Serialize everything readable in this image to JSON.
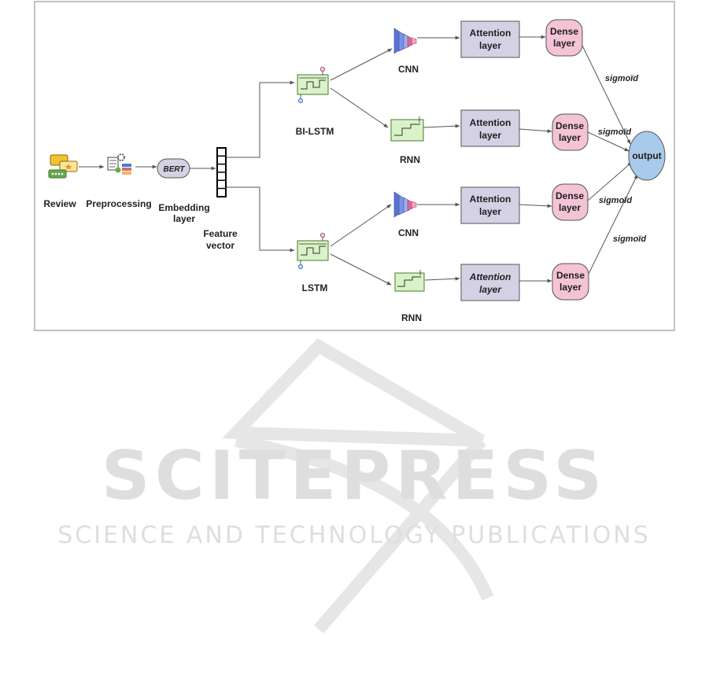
{
  "diagram": {
    "input": {
      "review": "Review",
      "preprocessing": "Preprocessing",
      "bert": "BERT",
      "embedding": [
        "Embedding",
        "layer"
      ],
      "feature": [
        "Feature",
        "vector"
      ]
    },
    "branches": {
      "bilstm": "BI-LSTM",
      "lstm": "LSTM"
    },
    "models": {
      "cnn_top": "CNN",
      "rnn_top": "RNN",
      "cnn_bottom": "CNN",
      "rnn_bottom": "RNN"
    },
    "attention": [
      [
        "Attention",
        "layer"
      ],
      [
        "Attention",
        "layer"
      ],
      [
        "Attention",
        "layer"
      ],
      [
        "Attention",
        "layer"
      ]
    ],
    "dense": [
      [
        "Dense",
        "layer"
      ],
      [
        "Dense",
        "layer"
      ],
      [
        "Dense",
        "layer"
      ],
      [
        "Dense",
        "layer"
      ]
    ],
    "activation": [
      "sigmoïd",
      "sigmoïd",
      "sigmoïd",
      "sigmoïd"
    ],
    "output": "output",
    "colors": {
      "attention_fill": "#d3d1e3",
      "dense_fill": "#f4c3d6",
      "output_fill": "#a9cbeb",
      "bert_fill": "#d3d1e3",
      "lstm_cell_fill": "#d9f2c7",
      "cnn_icon": "#6b82d9"
    }
  },
  "watermark": {
    "brand": "SCITEPRESS",
    "tagline": "SCIENCE AND TECHNOLOGY PUBLICATIONS"
  }
}
